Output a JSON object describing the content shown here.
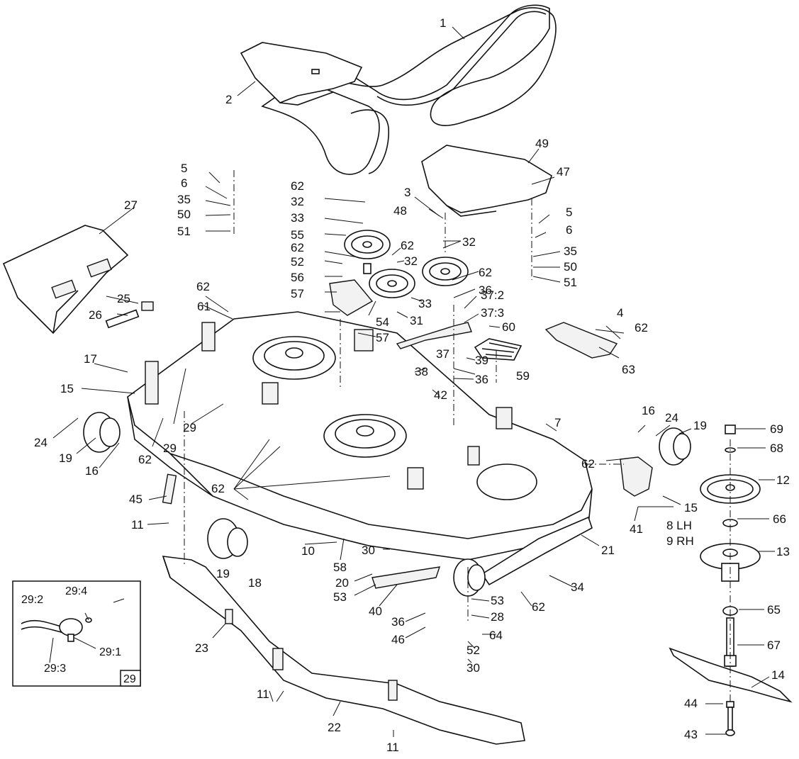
{
  "callouts": [
    {
      "id": "c1",
      "text": "1"
    },
    {
      "id": "c2",
      "text": "2"
    },
    {
      "id": "c3",
      "text": "3"
    },
    {
      "id": "c4",
      "text": "4"
    },
    {
      "id": "c5a",
      "text": "5"
    },
    {
      "id": "c5b",
      "text": "5"
    },
    {
      "id": "c6a",
      "text": "6"
    },
    {
      "id": "c6b",
      "text": "6"
    },
    {
      "id": "c7",
      "text": "7"
    },
    {
      "id": "c8",
      "text": "8 LH"
    },
    {
      "id": "c9",
      "text": "9 RH"
    },
    {
      "id": "c10",
      "text": "10"
    },
    {
      "id": "c11a",
      "text": "11"
    },
    {
      "id": "c11b",
      "text": "11"
    },
    {
      "id": "c11c",
      "text": "11"
    },
    {
      "id": "c12",
      "text": "12"
    },
    {
      "id": "c13",
      "text": "13"
    },
    {
      "id": "c14",
      "text": "14"
    },
    {
      "id": "c15a",
      "text": "15"
    },
    {
      "id": "c15b",
      "text": "15"
    },
    {
      "id": "c16a",
      "text": "16"
    },
    {
      "id": "c16b",
      "text": "16"
    },
    {
      "id": "c17",
      "text": "17"
    },
    {
      "id": "c18",
      "text": "18"
    },
    {
      "id": "c19a",
      "text": "19"
    },
    {
      "id": "c19b",
      "text": "19"
    },
    {
      "id": "c19c",
      "text": "19"
    },
    {
      "id": "c20",
      "text": "20"
    },
    {
      "id": "c21",
      "text": "21"
    },
    {
      "id": "c22",
      "text": "22"
    },
    {
      "id": "c23",
      "text": "23"
    },
    {
      "id": "c24a",
      "text": "24"
    },
    {
      "id": "c24b",
      "text": "24"
    },
    {
      "id": "c25",
      "text": "25"
    },
    {
      "id": "c26",
      "text": "26"
    },
    {
      "id": "c27",
      "text": "27"
    },
    {
      "id": "c28",
      "text": "28"
    },
    {
      "id": "c29a",
      "text": "29"
    },
    {
      "id": "c29b",
      "text": "29"
    },
    {
      "id": "c30a",
      "text": "30"
    },
    {
      "id": "c30b",
      "text": "30"
    },
    {
      "id": "c31",
      "text": "31"
    },
    {
      "id": "c32a",
      "text": "32"
    },
    {
      "id": "c32b",
      "text": "32"
    },
    {
      "id": "c32c",
      "text": "32"
    },
    {
      "id": "c33a",
      "text": "33"
    },
    {
      "id": "c33b",
      "text": "33"
    },
    {
      "id": "c34",
      "text": "34"
    },
    {
      "id": "c35a",
      "text": "35"
    },
    {
      "id": "c35b",
      "text": "35"
    },
    {
      "id": "c36a",
      "text": "36"
    },
    {
      "id": "c36b",
      "text": "36"
    },
    {
      "id": "c36c",
      "text": "36"
    },
    {
      "id": "c37a",
      "text": "37:2"
    },
    {
      "id": "c37b",
      "text": "37:3"
    },
    {
      "id": "c37c",
      "text": "37"
    },
    {
      "id": "c38",
      "text": "38"
    },
    {
      "id": "c39",
      "text": "39"
    },
    {
      "id": "c40",
      "text": "40"
    },
    {
      "id": "c41",
      "text": "41"
    },
    {
      "id": "c42",
      "text": "42"
    },
    {
      "id": "c43",
      "text": "43"
    },
    {
      "id": "c44",
      "text": "44"
    },
    {
      "id": "c45",
      "text": "45"
    },
    {
      "id": "c46",
      "text": "46"
    },
    {
      "id": "c47",
      "text": "47"
    },
    {
      "id": "c48",
      "text": "48"
    },
    {
      "id": "c49",
      "text": "49"
    },
    {
      "id": "c50a",
      "text": "50"
    },
    {
      "id": "c50b",
      "text": "50"
    },
    {
      "id": "c51a",
      "text": "51"
    },
    {
      "id": "c51b",
      "text": "51"
    },
    {
      "id": "c52a",
      "text": "52"
    },
    {
      "id": "c52b",
      "text": "52"
    },
    {
      "id": "c53a",
      "text": "53"
    },
    {
      "id": "c53b",
      "text": "53"
    },
    {
      "id": "c54",
      "text": "54"
    },
    {
      "id": "c55",
      "text": "55"
    },
    {
      "id": "c56",
      "text": "56"
    },
    {
      "id": "c57a",
      "text": "57"
    },
    {
      "id": "c57b",
      "text": "57"
    },
    {
      "id": "c58",
      "text": "58"
    },
    {
      "id": "c59",
      "text": "59"
    },
    {
      "id": "c60",
      "text": "60"
    },
    {
      "id": "c61",
      "text": "61"
    },
    {
      "id": "c62a",
      "text": "62"
    },
    {
      "id": "c62b",
      "text": "62"
    },
    {
      "id": "c62c",
      "text": "62"
    },
    {
      "id": "c62d",
      "text": "62"
    },
    {
      "id": "c62e",
      "text": "62"
    },
    {
      "id": "c62f",
      "text": "62"
    },
    {
      "id": "c62g",
      "text": "62"
    },
    {
      "id": "c62h",
      "text": "62"
    },
    {
      "id": "c62i",
      "text": "62"
    },
    {
      "id": "c62j",
      "text": "62"
    },
    {
      "id": "c62k",
      "text": "62"
    },
    {
      "id": "c63",
      "text": "63"
    },
    {
      "id": "c64",
      "text": "64"
    },
    {
      "id": "c65",
      "text": "65"
    },
    {
      "id": "c66",
      "text": "66"
    },
    {
      "id": "c67",
      "text": "67"
    },
    {
      "id": "c68",
      "text": "68"
    },
    {
      "id": "c69",
      "text": "69"
    }
  ],
  "inset": {
    "labels": [
      {
        "id": "i292",
        "text": "29:2"
      },
      {
        "id": "i294",
        "text": "29:4"
      },
      {
        "id": "i291",
        "text": "29:1"
      },
      {
        "id": "i293",
        "text": "29:3"
      }
    ],
    "tag": "29"
  }
}
